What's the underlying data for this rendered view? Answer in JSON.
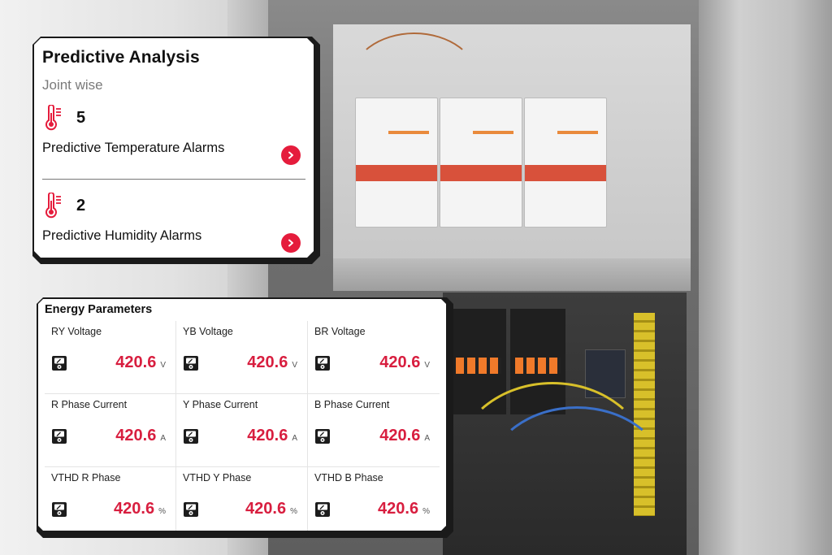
{
  "predictive": {
    "title": "Predictive Analysis",
    "subtitle": "Joint wise",
    "alarms": [
      {
        "count": "5",
        "label": "Predictive Temperature Alarms",
        "icon": "thermometer-icon"
      },
      {
        "count": "2",
        "label": "Predictive Humidity Alarms",
        "icon": "thermometer-icon"
      }
    ],
    "accent": "#e51c3c"
  },
  "energy": {
    "title": "Energy Parameters",
    "params": [
      {
        "name": "RY Voltage",
        "value": "420.6",
        "unit": "V"
      },
      {
        "name": "YB Voltage",
        "value": "420.6",
        "unit": "V"
      },
      {
        "name": "BR Voltage",
        "value": "420.6",
        "unit": "V"
      },
      {
        "name": "R Phase Current",
        "value": "420.6",
        "unit": "A"
      },
      {
        "name": "Y Phase Current",
        "value": "420.6",
        "unit": "A"
      },
      {
        "name": "B Phase Current",
        "value": "420.6",
        "unit": "A"
      },
      {
        "name": "VTHD R Phase",
        "value": "420.6",
        "unit": "%"
      },
      {
        "name": "VTHD Y Phase",
        "value": "420.6",
        "unit": "%"
      },
      {
        "name": "VTHD B Phase",
        "value": "420.6",
        "unit": "%"
      }
    ],
    "value_color": "#d81e3f",
    "icon": "meter-icon"
  }
}
